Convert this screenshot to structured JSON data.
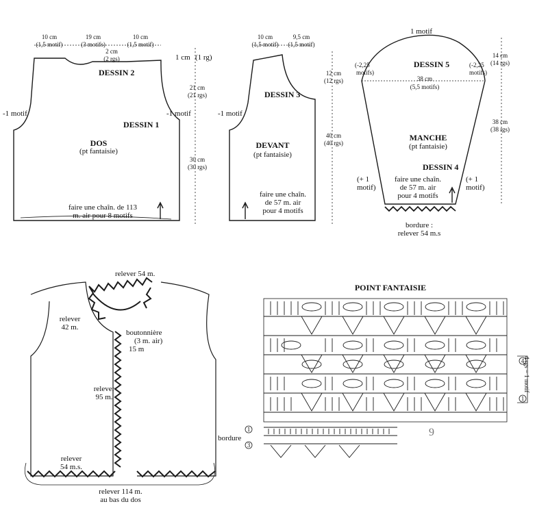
{
  "colors": {
    "ink": "#1a1a1a",
    "paper": "#ffffff"
  },
  "dos": {
    "dim_left": "10 cm",
    "dim_left_motifs": "(1,5 motif)",
    "dim_mid": "19 cm",
    "dim_mid_motifs": "(3 motifs)",
    "dim_right": "10 cm",
    "dim_right_motifs": "(1,5 motif)",
    "neck_depth": "2 cm",
    "neck_rows": "(2 rgs)",
    "shoulder": "1 cm",
    "shoulder_rows": "(1 rg)",
    "armhole": "21 cm",
    "armhole_rows": "(21 rgs)",
    "body": "30 cm",
    "body_rows": "(30 rgs)",
    "left_dec": "-1 motif",
    "right_dec": "-1 motif",
    "dessin_a": "DESSIN 2",
    "dessin_b": "DESSIN 1",
    "title": "DOS",
    "subtitle": "(pt fantaisie)",
    "start_1": "faire une chaîn. de 113",
    "start_2": "m. air pour 8 motifs"
  },
  "devant": {
    "dim_a": "10 cm",
    "dim_a_motifs": "(1,5 motif)",
    "dim_b": "9,5 cm",
    "dim_b_motifs": "(1,5 motif)",
    "neck": "12 cm",
    "neck_rows": "(12 rgs)",
    "body": "40 cm",
    "body_rows": "(40 rgs)",
    "left_dec": "-1 motif",
    "dessin": "DESSIN 3",
    "title": "DEVANT",
    "subtitle": "(pt fantaisie)",
    "start_1": "faire une chaîn.",
    "start_2": "de 57 m. air",
    "start_3": "pour 4 motifs"
  },
  "manche": {
    "top": "1 motif",
    "cap_left": "(-2,25",
    "cap_left_2": "motifs)",
    "cap_right": "(-2,25",
    "cap_right_2": "motifs)",
    "cap": "14 cm",
    "cap_rows": "(14 rgs)",
    "width": "38 cm",
    "width_motifs": "(5,5 motifs)",
    "dessin_cap": "DESSIN 5",
    "length": "38 cm",
    "length_rows": "(38 rgs)",
    "title": "MANCHE",
    "subtitle": "(pt fantaisie)",
    "dessin": "DESSIN 4",
    "inc_left": "(+ 1",
    "inc_left_2": "motif)",
    "inc_right": "(+ 1",
    "inc_right_2": "motif)",
    "start_1": "faire une chaîn.",
    "start_2": "de 57 m. air",
    "start_3": "pour 4 motifs",
    "border_1": "bordure :",
    "border_2": "relever 54 m.s"
  },
  "assembly": {
    "neck_pick": "relever 54 m.",
    "front_pick_1": "relever",
    "front_pick_2": "42 m.",
    "buttonhole_1": "boutonnière",
    "buttonhole_2": "(3 m. air)",
    "buttonhole_3": "15 m",
    "edge_pick_1": "relever",
    "edge_pick_2": "95 m.",
    "bottom_pick_1": "relever",
    "bottom_pick_2": "54 m.s.",
    "back_pick_1": "relever 114 m.",
    "back_pick_2": "au bas du dos"
  },
  "point": {
    "title": "POINT FANTAISIE",
    "repeat": "4 rgs = 1 motif",
    "row_4": "4",
    "row_1": "1",
    "border_label": "bordure",
    "border_row_1": "1",
    "border_row_3": "3",
    "side_num": "9"
  }
}
